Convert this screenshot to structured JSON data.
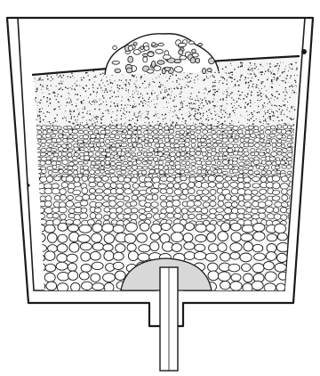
{
  "figure": {
    "ink_color": "#1a1a1a",
    "paper_color": "#ffffff",
    "layers": [
      "fine-sand",
      "coarse-sand",
      "fine-gravel",
      "coarse-gravel",
      "pebbles"
    ]
  }
}
